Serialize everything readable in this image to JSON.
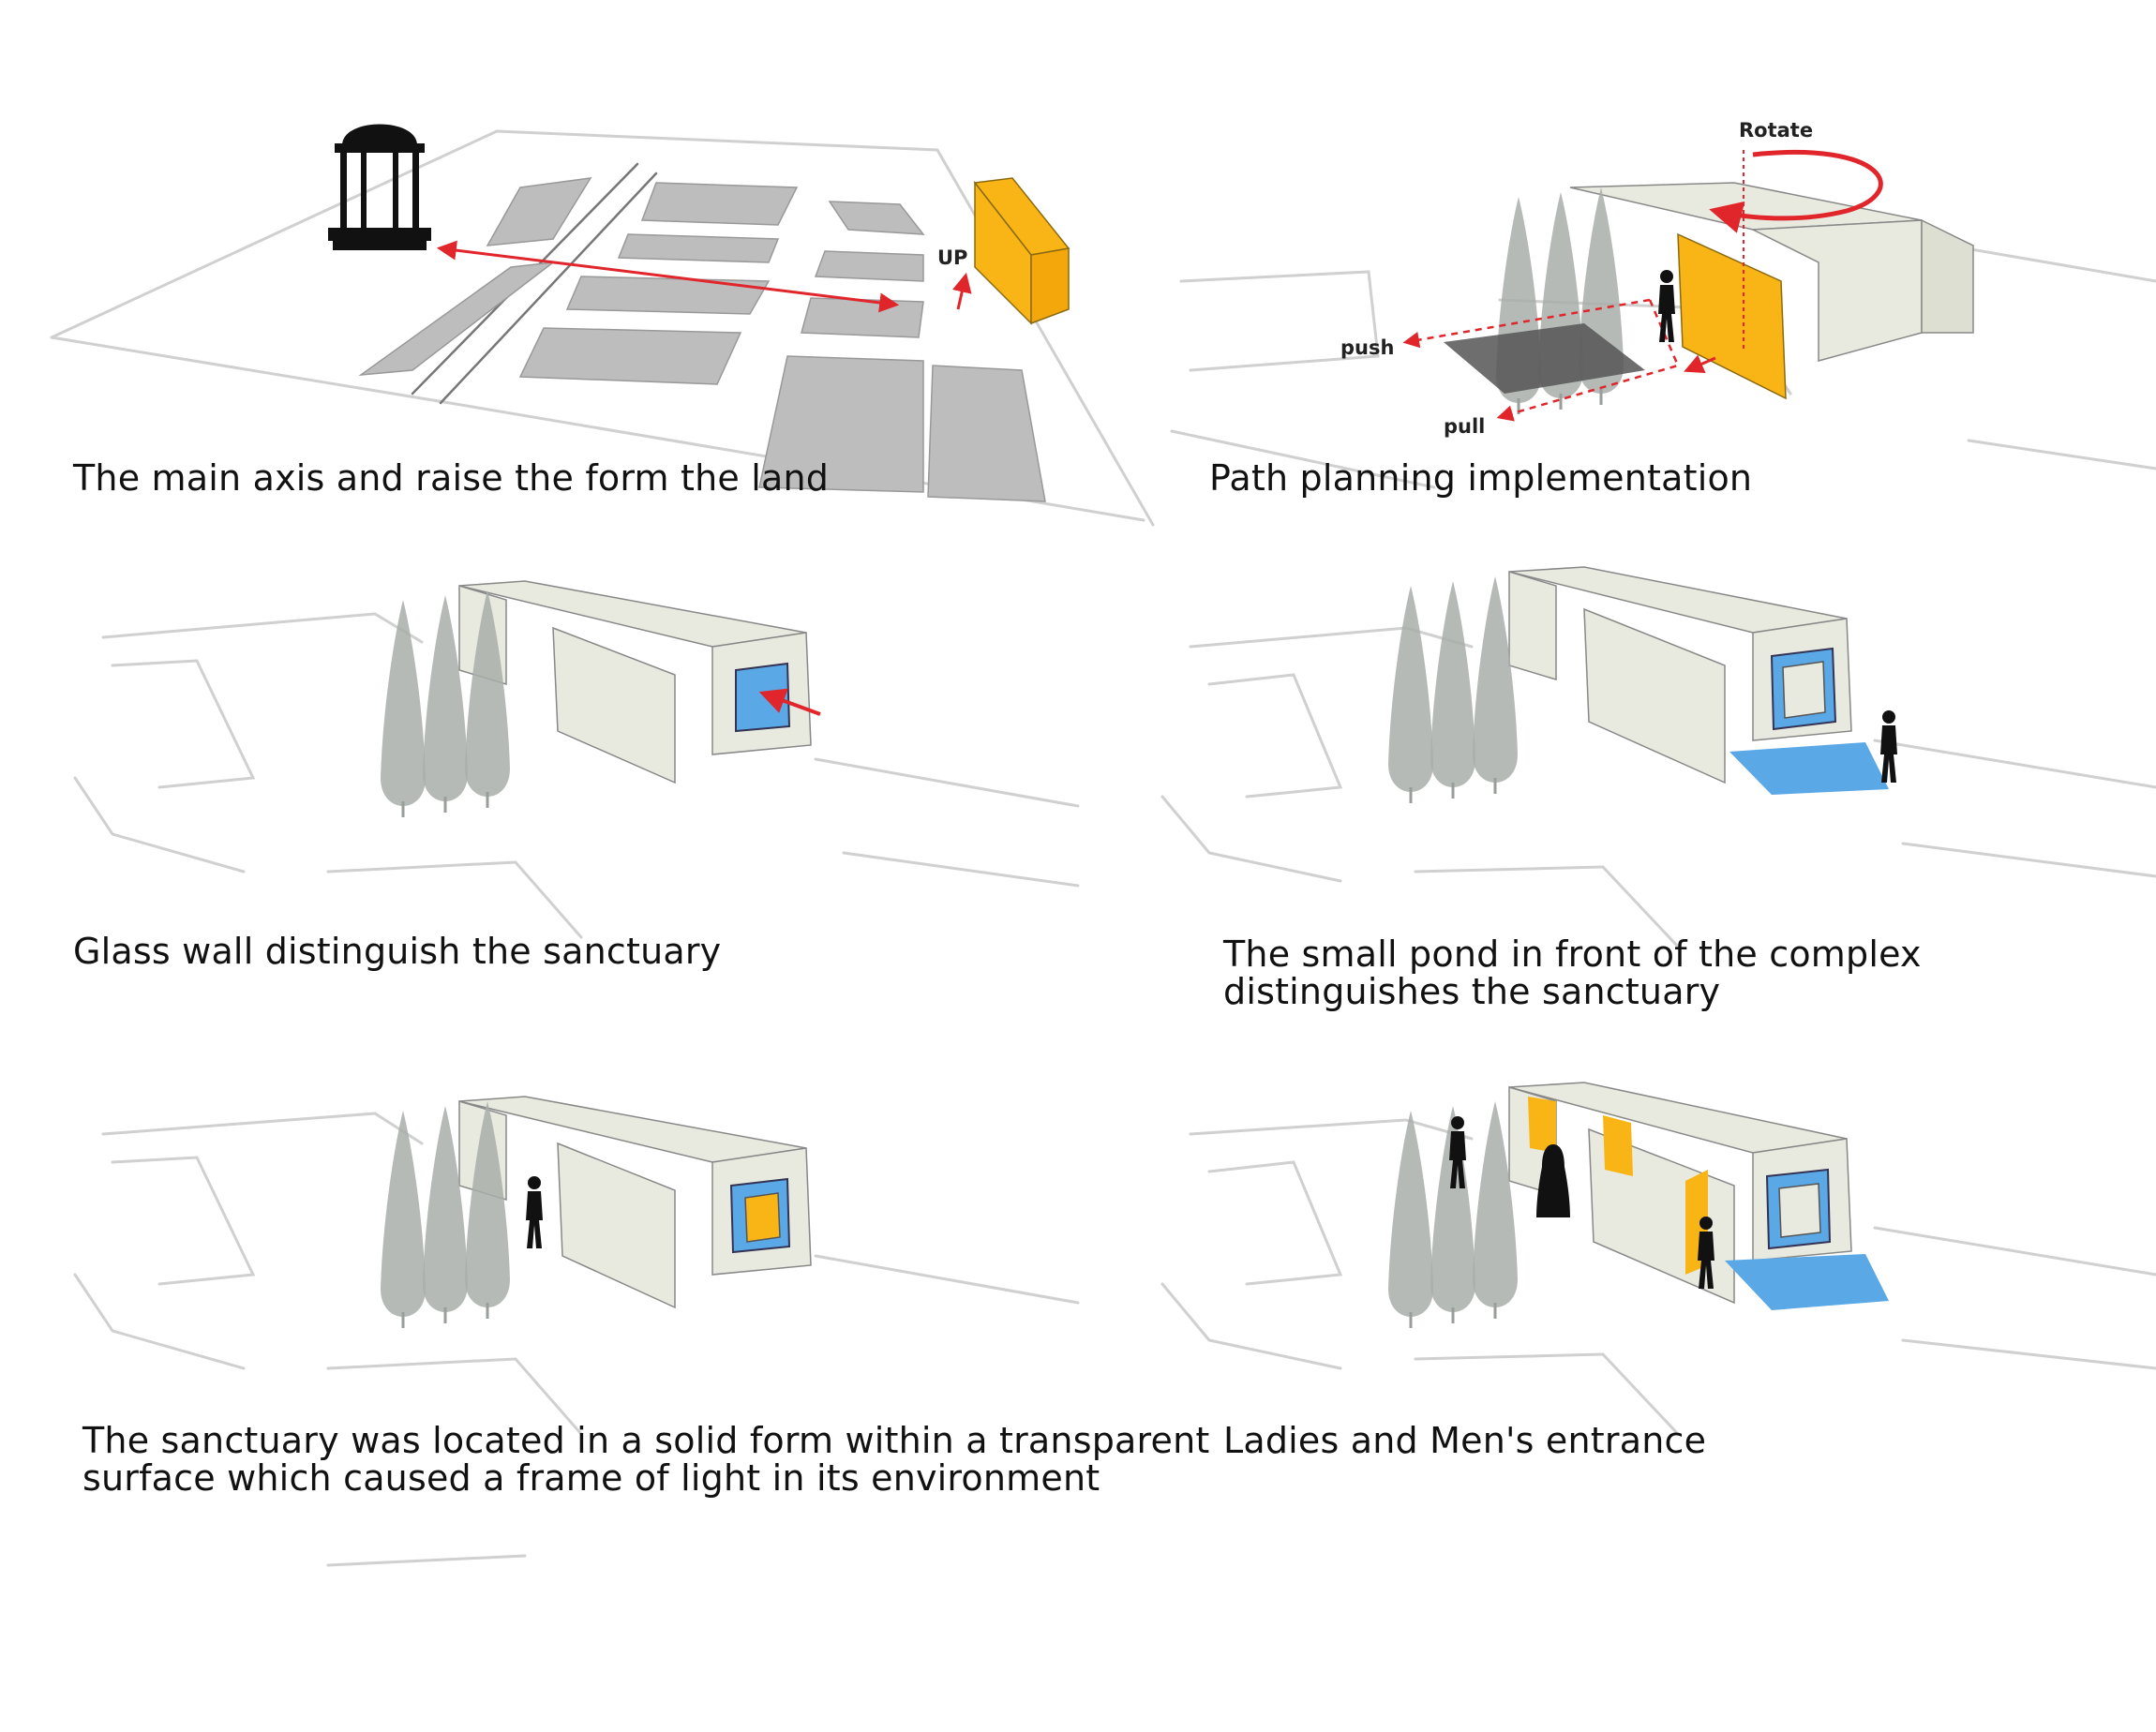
{
  "colors": {
    "accent_yellow": "#F9B416",
    "glass_blue": "#5AA8E6",
    "arrow_red": "#E0262B",
    "block_grey": "#BDBDBD",
    "volume_cream": "#E8EADF",
    "tree_grey": "#A9AEAA",
    "figure_black": "#111111"
  },
  "panels": [
    {
      "id": "axis",
      "caption": "The main axis and raise the form the land",
      "labels": {
        "up": "UP"
      },
      "icons": [
        "pavilion-icon",
        "person-icon"
      ]
    },
    {
      "id": "path",
      "caption": "Path planning implementation",
      "labels": {
        "rotate": "Rotate",
        "push": "push",
        "pull": "pull"
      }
    },
    {
      "id": "glass",
      "caption": "Glass wall distinguish the sanctuary"
    },
    {
      "id": "pond",
      "caption_lines": [
        "The small pond in front of the complex",
        "distinguishes the sanctuary"
      ]
    },
    {
      "id": "solid",
      "caption_lines": [
        "The sanctuary was located in a solid form within a transparent",
        "surface which caused a frame of light in its environment"
      ]
    },
    {
      "id": "entrance",
      "caption": "Ladies and Men's entrance"
    }
  ]
}
